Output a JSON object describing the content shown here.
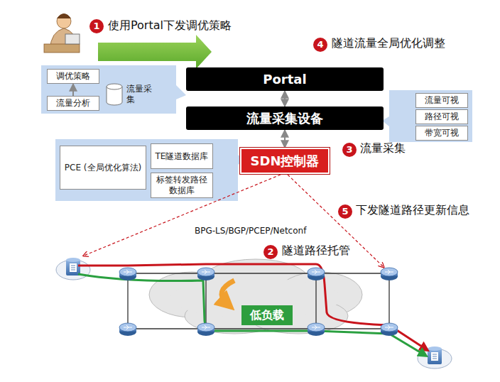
{
  "diagram": {
    "nodes": [
      {
        "text": [
          "调优策略"
        ]
      },
      {
        "text": [
          "流量分析"
        ]
      },
      {
        "text": [
          "流量采集"
        ]
      },
      {
        "text": [
          "Portal"
        ]
      },
      {
        "text": [
          "流量采集设备"
        ]
      },
      {
        "text": [
          "流量可视"
        ]
      },
      {
        "text": [
          "路径可视"
        ]
      },
      {
        "text": [
          "带宽可视"
        ]
      },
      {
        "text": [
          "SDN控制器"
        ]
      },
      {
        "text": [
          "PCE (全局优化算法)"
        ]
      },
      {
        "text": [
          "TE隧道数据库"
        ]
      },
      {
        "text": [
          "标签转发路径数据库"
        ]
      },
      {
        "text": [
          "低负载"
        ]
      }
    ],
    "edges": [
      {
        "from": 1,
        "to": 0,
        "arrow": "to"
      },
      {
        "from": 3,
        "to": 4,
        "arrow": "both"
      },
      {
        "from": 4,
        "to": 8,
        "arrow": "both"
      }
    ],
    "labels": [
      "1",
      "使用Portal下发调优策略",
      "4",
      "隧道流量全局优化调整",
      "3",
      "流量采集",
      "5",
      "下发隧道路径更新信息",
      "2",
      "隧道路径托管",
      "BPG-LS/BGP/PCEP/Netconf"
    ]
  }
}
